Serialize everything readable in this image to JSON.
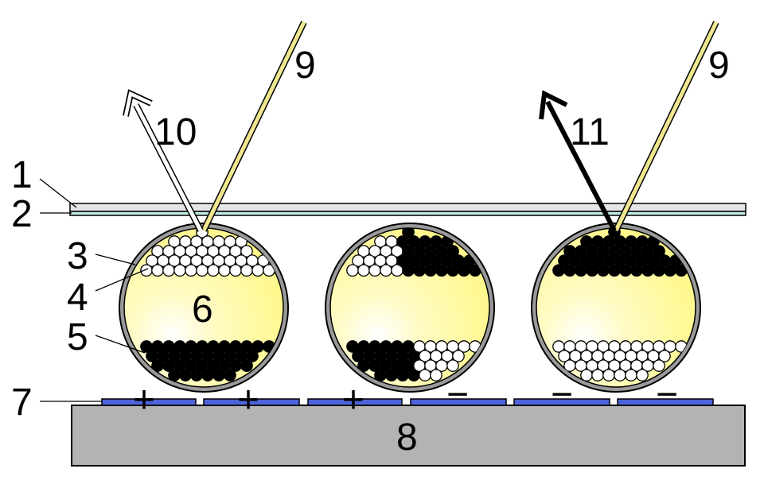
{
  "labels": {
    "l1": "1",
    "l2": "2",
    "l3": "3",
    "l4": "4",
    "l5": "5",
    "l6": "6",
    "l7": "7",
    "l8": "8",
    "l9a": "9",
    "l9b": "9",
    "l10": "10",
    "l11": "11"
  },
  "electrodes": [
    "+",
    "+",
    "+",
    "−",
    "−",
    "−"
  ],
  "colors": {
    "top_sheet": "#e6e6e6",
    "conductive_layer": "#bfeee8",
    "capsule_shell": "#9a9a9a",
    "fluid_edge": "#fff88a",
    "fluid_center": "#ffffff",
    "incident_light": "#efe78f",
    "electrode": "#4d63d8",
    "substrate": "#b3b3b3",
    "particle_white": "#ffffff",
    "particle_black": "#000000"
  }
}
